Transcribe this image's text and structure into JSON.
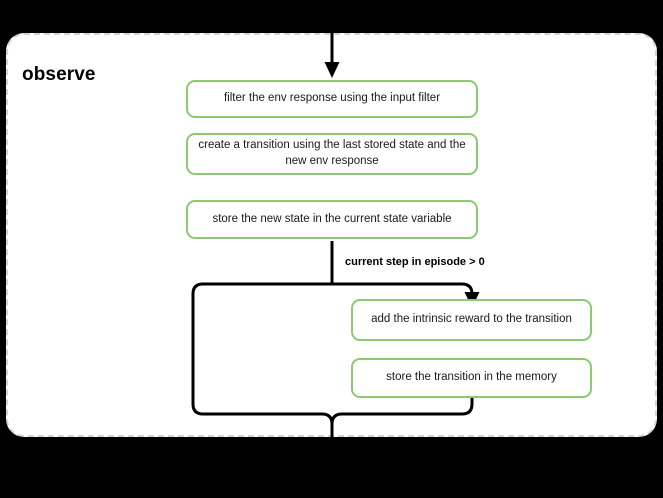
{
  "diagram": {
    "title": "observe",
    "background_color": "#000000",
    "container_fill": "#ffffff",
    "container_border_color": "#d4d4d4",
    "node_border_color": "#8cc96f",
    "edge_color": "#000000",
    "nodes": [
      {
        "id": "filter",
        "label": "filter the env response using the input filter"
      },
      {
        "id": "create",
        "label": "create a transition using the last stored state and the new env response"
      },
      {
        "id": "store_state",
        "label": "store the new state in the current state variable"
      },
      {
        "id": "intrinsic",
        "label": "add the intrinsic reward to the transition"
      },
      {
        "id": "store_memory",
        "label": "store the transition in the memory"
      }
    ],
    "edge_labels": [
      {
        "id": "condition",
        "label": "current step in episode > 0"
      }
    ]
  }
}
